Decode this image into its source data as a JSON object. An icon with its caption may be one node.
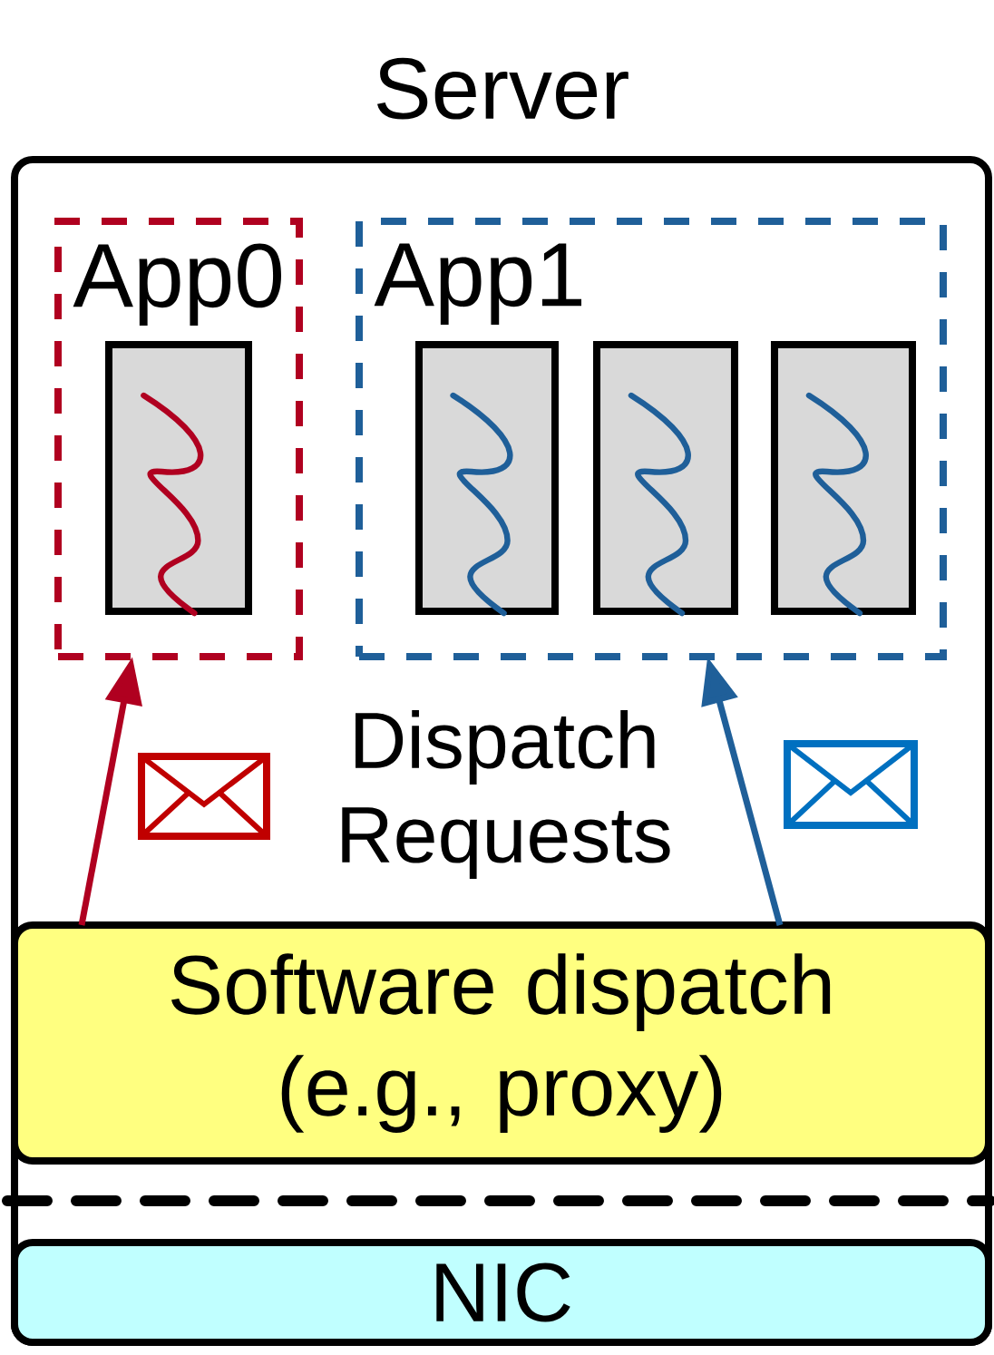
{
  "diagram": {
    "nodes": [
      {
        "text": [
          "Server"
        ]
      },
      {
        "text": [
          "App0"
        ],
        "in": 0
      },
      {
        "text": [],
        "shape": "box",
        "in": 1
      },
      {
        "text": [
          "App1"
        ],
        "in": 0
      },
      {
        "text": [],
        "shape": "box",
        "in": 3
      },
      {
        "text": [],
        "shape": "box",
        "in": 3
      },
      {
        "text": [],
        "shape": "box",
        "in": 3
      },
      {
        "text": [
          "Software dispatch (e.g., proxy)"
        ],
        "in": 0
      },
      {
        "text": [
          "NIC"
        ],
        "in": 0
      }
    ],
    "edges": [
      {
        "from": 7,
        "to": 1,
        "arrow": "to",
        "color": "#b00020"
      },
      {
        "from": 7,
        "to": 3,
        "arrow": "to",
        "color": "#1f5f99"
      }
    ],
    "labels": [
      "Dispatch Requests"
    ]
  }
}
